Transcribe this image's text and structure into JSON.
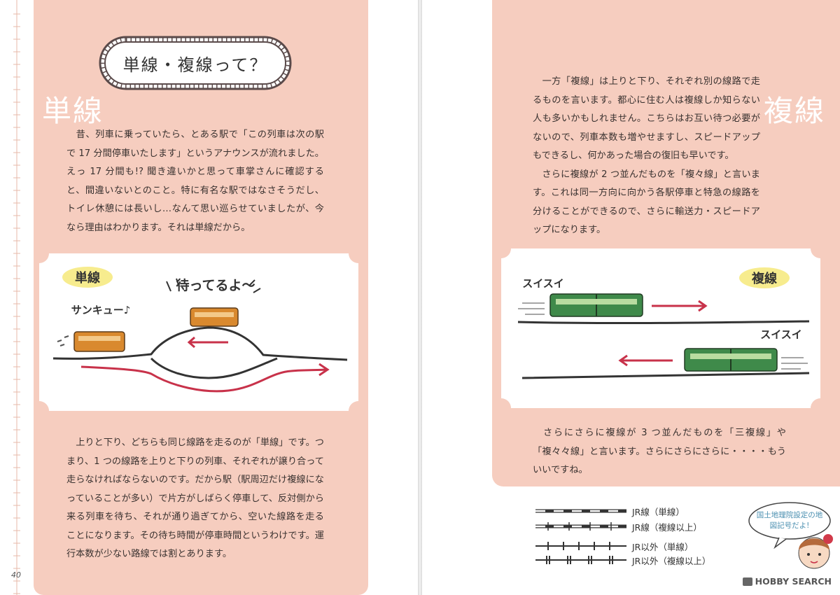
{
  "left_page": {
    "title": "単線・複線って？",
    "section_tag": "単線",
    "paragraph_1": "　昔、列車に乗っていたら、とある駅で「この列車は次の駅で 17 分間停車いたします」というアナウンスが流れました。えっ 17 分間も!? 聞き違いかと思って車掌さんに確認すると、間違いないとのこと。特に有名な駅ではなさそうだし、トイレ休憩には長いし…なんて思い巡らせていましたが、今なら理由はわかります。それは単線だから。",
    "paragraph_2": "　上りと下り、どちらも同じ線路を走るのが「単線」です。つまり、1 つの線路を上りと下りの列車、それぞれが譲り合って走らなければならないのです。だから駅（駅周辺だけ複線になっていることが多い）で片方がしばらく停車して、反対側から来る列車を待ち、それが通り過ぎてから、空いた線路を走ることになります。その待ち時間が停車時間というわけです。運行本数が少ない路線では割とあります。",
    "illustration": {
      "label": "単線",
      "speech_waiting": "待ってるよ〜",
      "speech_thanks": "サンキュー♪"
    },
    "page_number": "40"
  },
  "right_page": {
    "section_tag": "複線",
    "paragraph_1": "　一方「複線」は上りと下り、それぞれ別の線路で走るものを言います。都心に住む人は複線しか知らない人も多いかもしれません。こちらはお互い待つ必要がないので、列車本数も増やせますし、スピードアップもできるし、何かあった場合の復旧も早いです。\n　さらに複線が 2 つ並んだものを「複々線」と言います。これは同一方向に向かう各駅停車と特急の線路を分けることができるので、さらに輸送力・スピードアップになります。",
    "paragraph_2": "　さらにさらに複線が 3 つ並んだものを「三複線」や「複々々線」と言います。さらにさらにさらに・・・・もういいですね。",
    "illustration": {
      "label": "複線",
      "speed_top": "スイスイ",
      "speed_bottom": "スイスイ"
    },
    "legend": {
      "items": [
        "JR線（単線）",
        "JR線（複線以上）",
        "JR以外（単線）",
        "JR以外（複線以上）"
      ],
      "bubble": "国土地理院設定の地図記号だよ!"
    }
  },
  "watermark": "HOBBY SEARCH",
  "colors": {
    "panel": "#f6cdbf",
    "train_orange": "#d9892e",
    "train_green": "#3f8a4a",
    "arrow_red": "#c8324a",
    "label_yellow": "#f7ec8e"
  }
}
